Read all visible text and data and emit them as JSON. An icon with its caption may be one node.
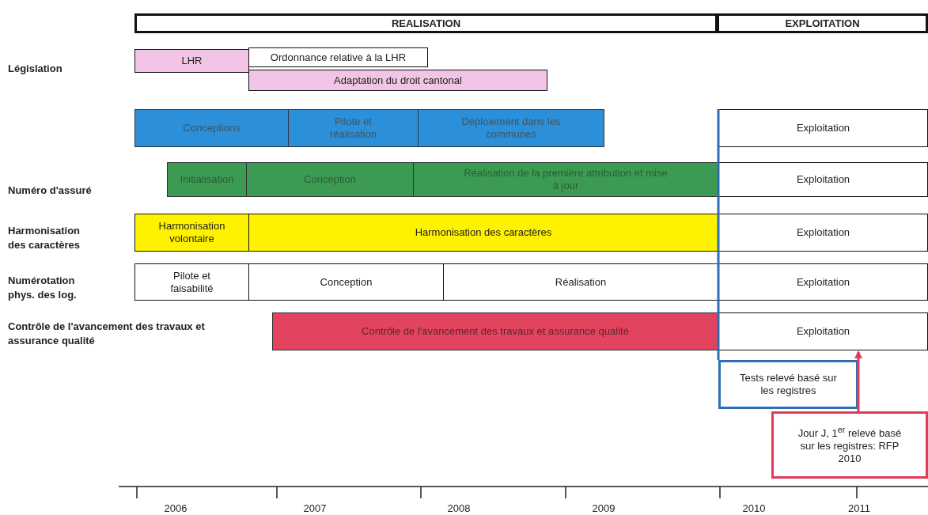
{
  "diagram": {
    "nodes": [
      {
        "text": [
          "REALISATION"
        ]
      },
      {
        "text": [
          "EXPLOITATION"
        ]
      },
      {
        "text": [
          "LHR"
        ]
      },
      {
        "text": [
          "Ordonnance relative à la LHR"
        ]
      },
      {
        "text": [
          "Adaptation du droit cantonal"
        ]
      },
      {
        "text": [
          "Conceptions"
        ]
      },
      {
        "text": [
          "Pilote et réalisation"
        ]
      },
      {
        "text": [
          "Déploiement dans les communes"
        ]
      },
      {
        "text": [
          "Exploitation"
        ]
      },
      {
        "text": [
          "Initialisation"
        ]
      },
      {
        "text": [
          "Conception"
        ]
      },
      {
        "text": [
          "Réalisation de la première attribution et mise à jour"
        ]
      },
      {
        "text": [
          "Exploitation"
        ]
      },
      {
        "text": [
          "Harmonisation volontaire"
        ]
      },
      {
        "text": [
          "Harmonisation des caractères"
        ]
      },
      {
        "text": [
          "Exploitation"
        ]
      },
      {
        "text": [
          "Pilote et faisabilité"
        ]
      },
      {
        "text": [
          "Conception"
        ]
      },
      {
        "text": [
          "Réalisation"
        ]
      },
      {
        "text": [
          "Exploitation"
        ]
      },
      {
        "text": [
          "Contrôle de l'avancement des travaux et assurance qualité"
        ]
      },
      {
        "text": [
          "Exploitation"
        ]
      },
      {
        "text": [
          "Tests relevé basé sur les registres"
        ]
      },
      {
        "text": [
          "Jour J, 1$^{er}$ relevé basé sur les registres: RFP 2010"
        ]
      }
    ],
    "edges": [
      {
        "from": 8,
        "to": 22,
        "arrow": "none",
        "color": "#2f6db5"
      },
      {
        "from": 23,
        "to": 21,
        "arrow": "to",
        "color": "#e23a5a"
      }
    ],
    "labels": [
      "Législation",
      "Numéro d'assuré",
      "Harmonisation des caractères",
      "Numérotation phys. des log.",
      "Contrôle de l'avancement des travaux et assurance qualité",
      "2006",
      "2007",
      "2008",
      "2009",
      "2010",
      "2011"
    ]
  }
}
